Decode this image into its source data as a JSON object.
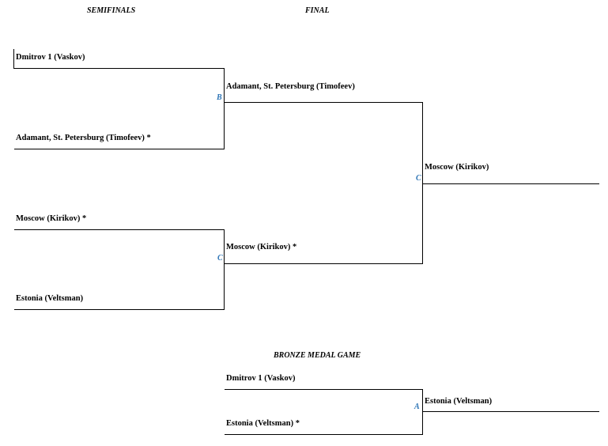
{
  "headings": {
    "semifinals": "SEMIFINALS",
    "final": "FINAL",
    "bronze": "BRONZE MEDAL GAME"
  },
  "semifinal_1": {
    "team_top": "Dmitrov 1 (Vaskov)",
    "team_bottom": "Adamant, St. Petersburg (Timofeev) *",
    "winner": "Adamant, St. Petersburg (Timofeev)",
    "sheet": "B"
  },
  "semifinal_2": {
    "team_top": "Moscow (Kirikov) *",
    "team_bottom": "Estonia (Veltsman)",
    "winner": "Moscow (Kirikov) *",
    "sheet": "C"
  },
  "final": {
    "winner": "Moscow (Kirikov)",
    "sheet": "C"
  },
  "bronze_game": {
    "team_top": "Dmitrov 1 (Vaskov)",
    "team_bottom": "Estonia (Veltsman) *",
    "winner": "Estonia (Veltsman)",
    "sheet": "A"
  },
  "colors": {
    "line": "#000000",
    "text": "#000000",
    "sheet_label": "#2e75b6"
  }
}
